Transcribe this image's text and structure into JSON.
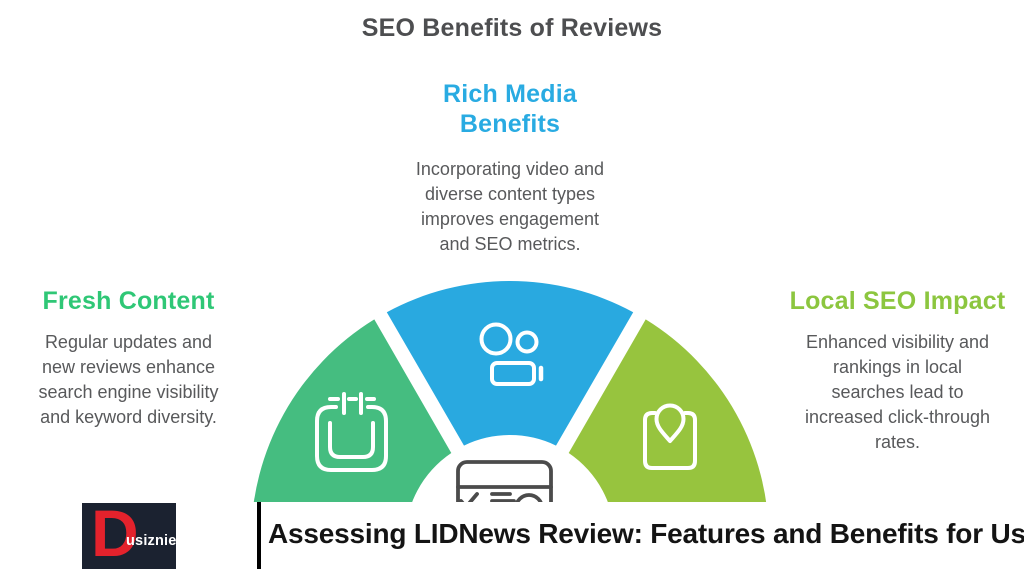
{
  "title": {
    "text": "SEO Benefits of Reviews",
    "color": "#4d4e50"
  },
  "body_text_color": "#58595b",
  "sections": [
    {
      "id": "rich-media",
      "heading": "Rich Media\nBenefits",
      "heading_color": "#29abe2",
      "description": "Incorporating video and\ndiverse content types\nimproves engagement\nand SEO metrics."
    },
    {
      "id": "fresh-content",
      "heading": "Fresh Content",
      "heading_color": "#2fc776",
      "description": "Regular updates and\nnew reviews enhance\nsearch engine visibility\nand keyword diversity."
    },
    {
      "id": "local-seo",
      "heading": "Local SEO Impact",
      "heading_color": "#8cc63f",
      "description": "Enhanced visibility and\nrankings in local\nsearches lead to\nincreased click-through\nrates."
    }
  ],
  "diagram": {
    "type": "semicircle-3-segments",
    "segments": [
      {
        "name": "fresh-content",
        "color": "#45bd80",
        "icon": "calendar-icon"
      },
      {
        "name": "rich-media",
        "color": "#29a9e0",
        "icon": "video-camera-icon"
      },
      {
        "name": "local-seo",
        "color": "#97c43e",
        "icon": "location-pin-icon"
      }
    ],
    "center_icon": "seo-browser-icon",
    "center_icon_color": "#4b4b4b"
  },
  "banner": {
    "text": "Assessing LIDNews Review: Features and Benefits for Users",
    "text_color": "#141414",
    "accent_bar_color": "#000000"
  },
  "logo": {
    "initial": "D",
    "name_rest": "usiznies",
    "background": "#1b2230",
    "initial_color": "#e4222c",
    "text_color": "#ffffff"
  }
}
